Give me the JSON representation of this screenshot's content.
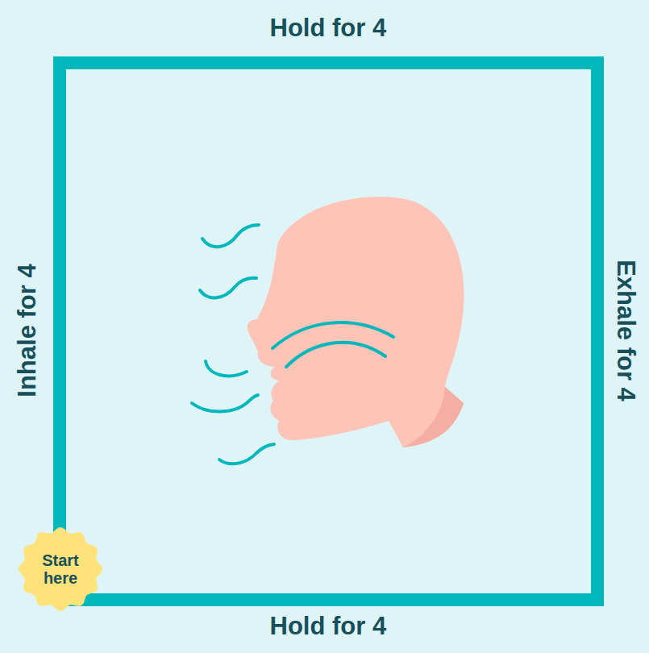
{
  "diagram": {
    "nodes": [
      {
        "text": [
          "Start here"
        ]
      }
    ],
    "labels": [
      "Hold for 4",
      "Inhale for 4",
      "Exhale for 4",
      "Hold for 4"
    ]
  }
}
